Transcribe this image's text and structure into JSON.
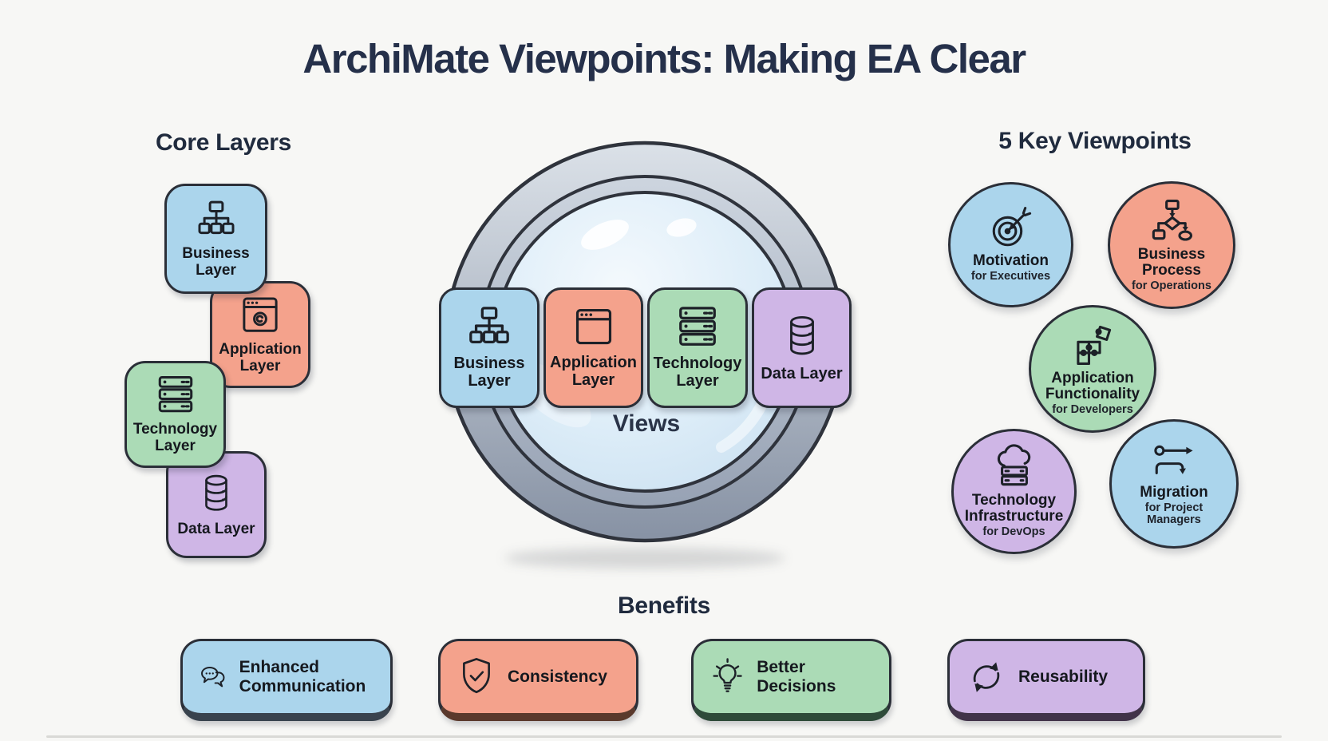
{
  "title": "ArchiMate Viewpoints: Making EA Clear",
  "colors": {
    "background": "#f7f7f5",
    "ink": "#1d2128",
    "heading": "#202b3e",
    "blue": "#abd5ec",
    "orange": "#f4a28c",
    "green": "#abdbb6",
    "purple": "#cfb6e6",
    "lens_ring": "#9aa5b6",
    "lens_glass": "#d8eaf6"
  },
  "core_layers": {
    "heading": "Core Layers",
    "items": [
      {
        "label": "Business Layer",
        "icon": "org-chart-icon",
        "color": "#abd5ec"
      },
      {
        "label": "Application Layer",
        "icon": "browser-window-icon",
        "color": "#f4a28c"
      },
      {
        "label": "Technology Layer",
        "icon": "server-stack-icon",
        "color": "#abdbb6"
      },
      {
        "label": "Data Layer",
        "icon": "database-icon",
        "color": "#cfb6e6"
      }
    ]
  },
  "lens": {
    "caption": "Views",
    "items": [
      {
        "label": "Business Layer",
        "icon": "org-chart-icon",
        "color": "#abd5ec"
      },
      {
        "label": "Application Layer",
        "icon": "browser-window-icon",
        "color": "#f4a28c"
      },
      {
        "label": "Technology Layer",
        "icon": "server-stack-icon",
        "color": "#abdbb6"
      },
      {
        "label": "Data Layer",
        "icon": "database-icon",
        "color": "#cfb6e6"
      }
    ]
  },
  "viewpoints": {
    "heading": "5 Key Viewpoints",
    "items": [
      {
        "title": "Motivation",
        "audience": "for Executives",
        "icon": "target-arrow-icon",
        "color": "#abd5ec"
      },
      {
        "title": "Business Process",
        "audience": "for Operations",
        "icon": "flowchart-icon",
        "color": "#f4a28c"
      },
      {
        "title": "Application Functionality",
        "audience": "for Developers",
        "icon": "puzzle-pieces-icon",
        "color": "#abdbb6"
      },
      {
        "title": "Technology Infrastructure",
        "audience": "for DevOps",
        "icon": "cloud-server-icon",
        "color": "#cfb6e6"
      },
      {
        "title": "Migration",
        "audience": "for Project Managers",
        "icon": "migration-arrow-icon",
        "color": "#abd5ec"
      }
    ]
  },
  "benefits": {
    "heading": "Benefits",
    "items": [
      {
        "label": "Enhanced Communication",
        "icon": "speech-bubbles-icon",
        "color": "#abd5ec"
      },
      {
        "label": "Consistency",
        "icon": "shield-check-icon",
        "color": "#f4a28c"
      },
      {
        "label": "Better Decisions",
        "icon": "lightbulb-icon",
        "color": "#abdbb6"
      },
      {
        "label": "Reusability",
        "icon": "cycle-arrows-icon",
        "color": "#cfb6e6"
      }
    ]
  }
}
